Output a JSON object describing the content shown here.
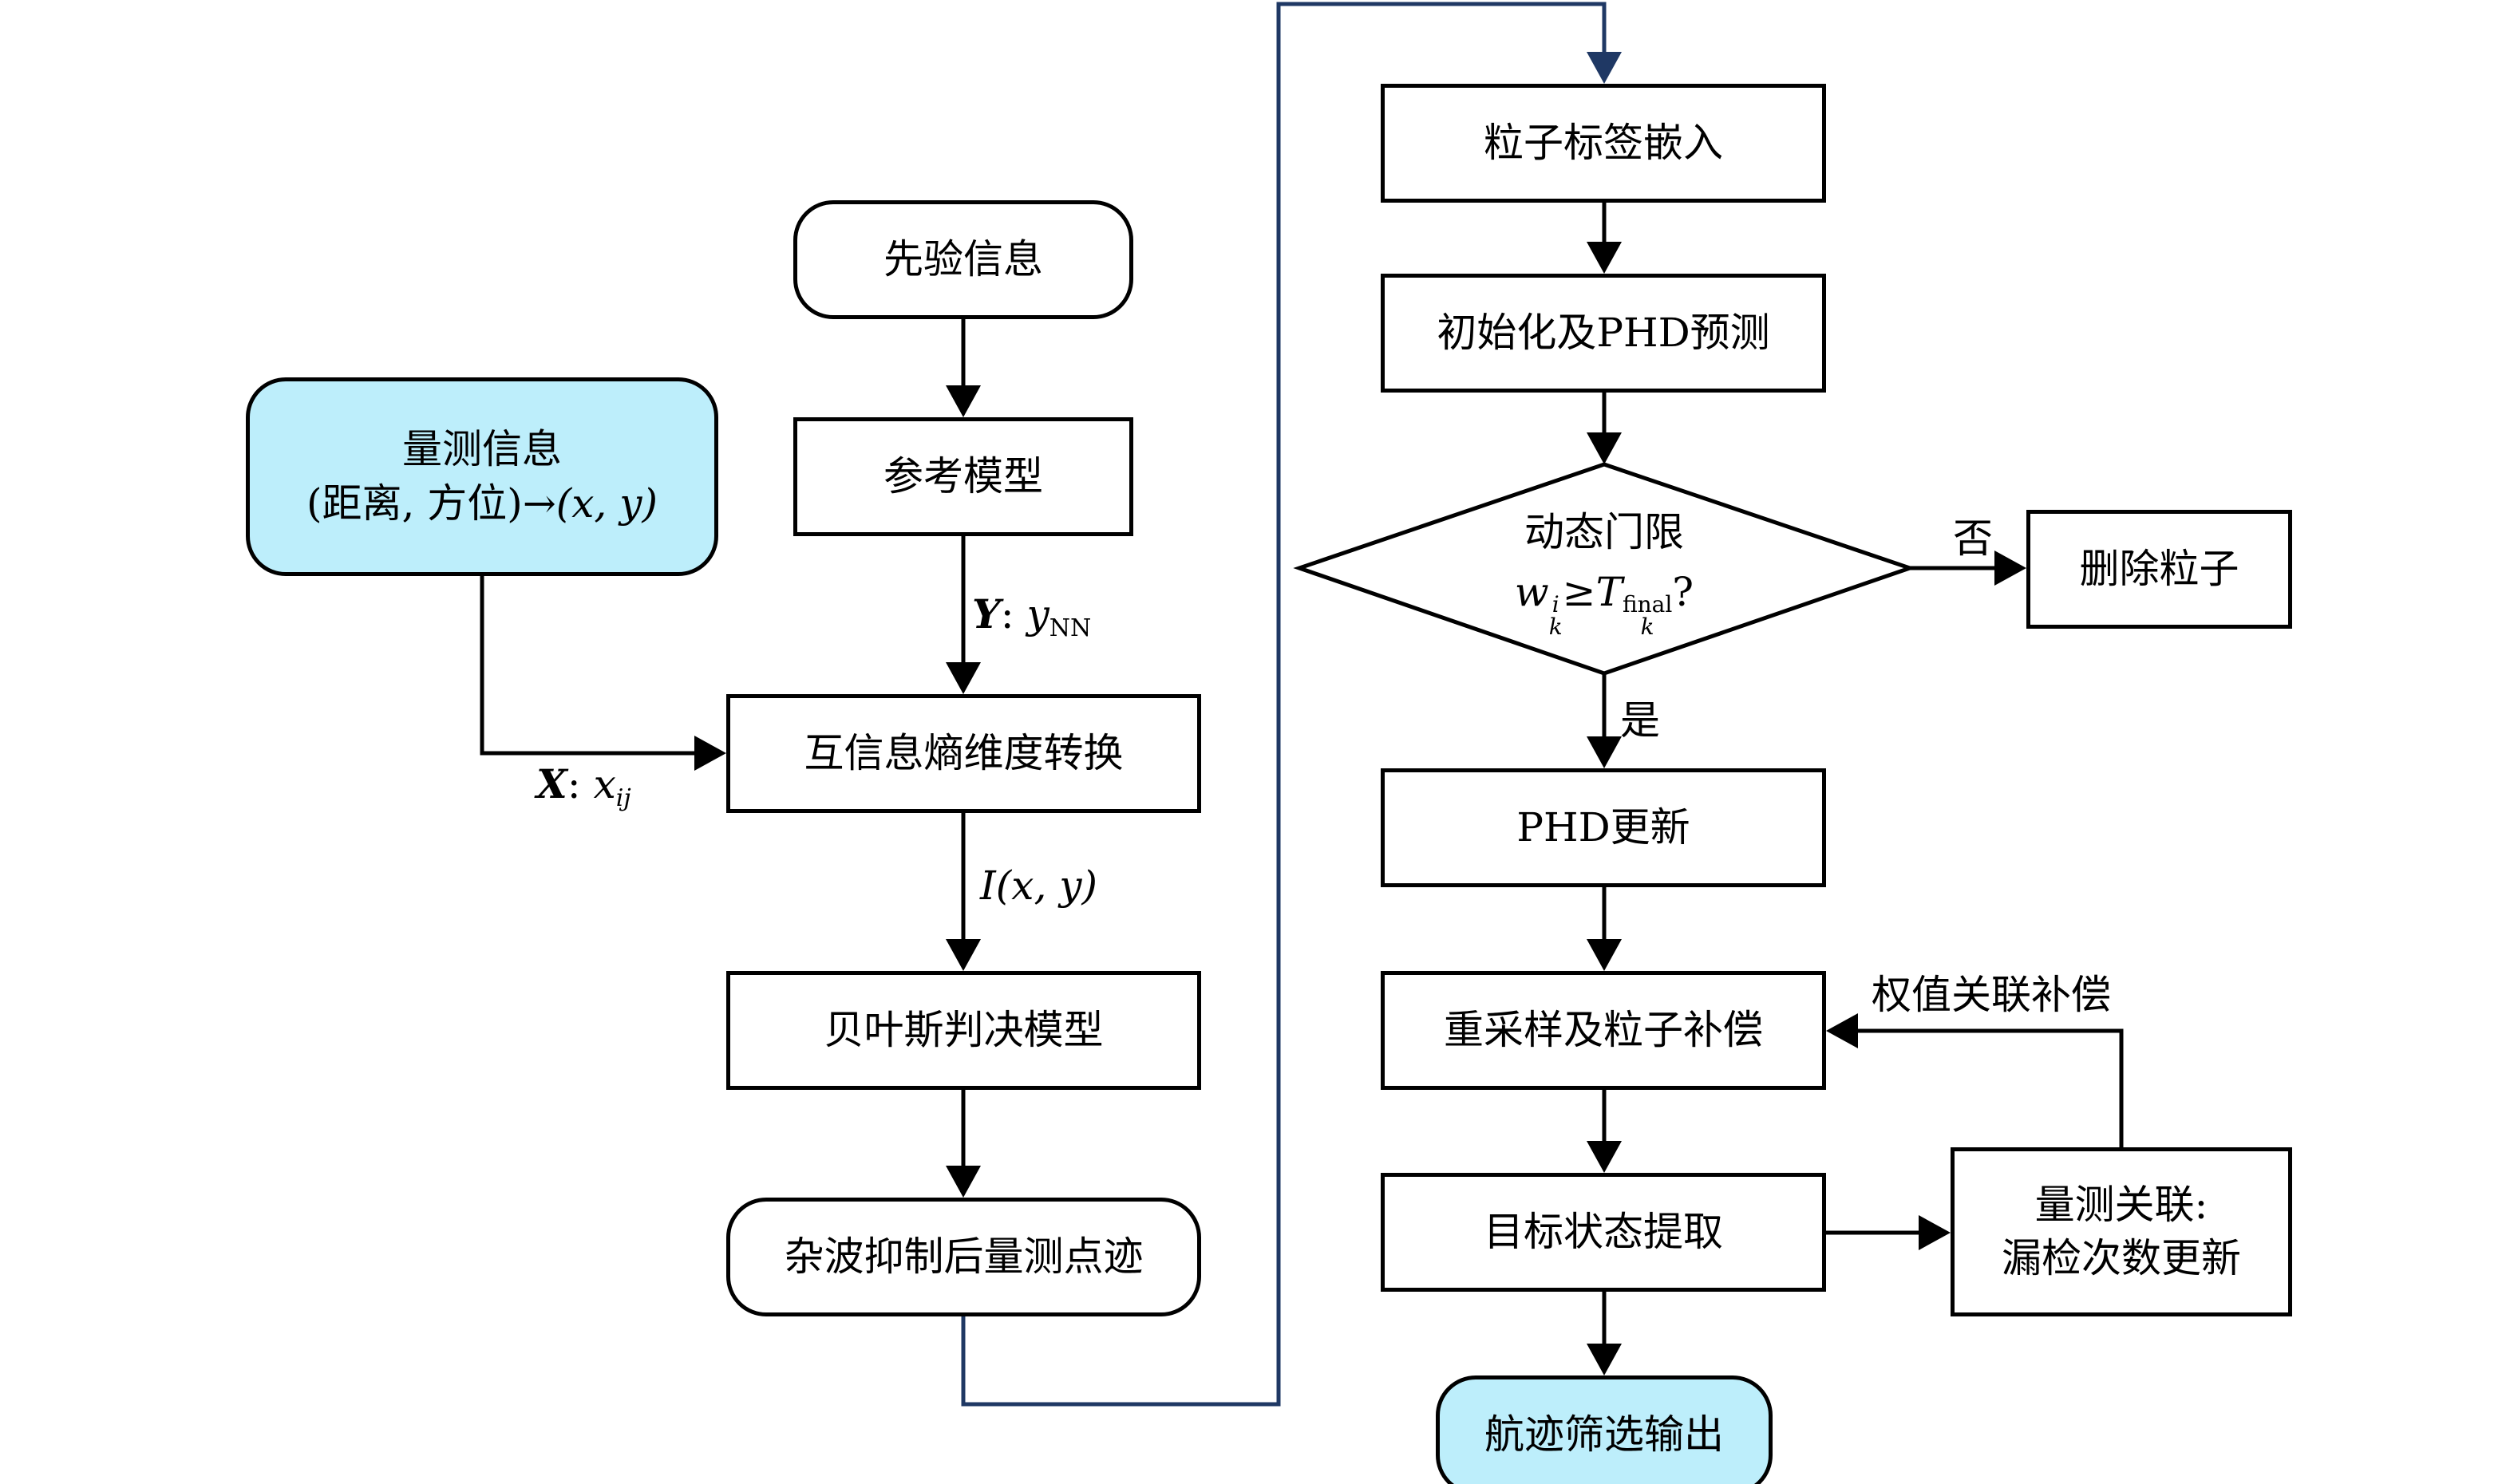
{
  "colors": {
    "stroke": "#000000",
    "cross_link": "#1f3864",
    "terminal_fill": "#bdeefb",
    "box_fill": "#ffffff"
  },
  "nodes": {
    "measurement_info": {
      "line1": "量测信息",
      "line2_text": "(距离, 方位)→",
      "line2_math": "(x, y)"
    },
    "prior_info": {
      "label": "先验信息"
    },
    "reference_model": {
      "label": "参考模型"
    },
    "mutual_info_conversion": {
      "label": "互信息熵维度转换"
    },
    "bayes_decision": {
      "label": "贝叶斯判决模型"
    },
    "clutter_suppressed_points": {
      "label": "杂波抑制后量测点迹"
    },
    "particle_label_embedding": {
      "label": "粒子标签嵌入"
    },
    "init_phd_predict": {
      "label": "初始化及PHD预测"
    },
    "dynamic_threshold": {
      "line1": "动态门限",
      "cond_w": "w",
      "cond_w_sup": "i",
      "cond_w_sub": "k",
      "cond_op": "≥",
      "cond_T": "T",
      "cond_T_sup": "final",
      "cond_T_sub": "k",
      "cond_q": "?"
    },
    "delete_particles": {
      "label": "删除粒子"
    },
    "phd_update": {
      "label": "PHD更新"
    },
    "resample_compensate": {
      "label": "重采样及粒子补偿"
    },
    "target_state_extraction": {
      "label": "目标状态提取"
    },
    "measurement_association": {
      "line1": "量测关联:",
      "line2": "漏检次数更新"
    },
    "track_output": {
      "label": "航迹筛选输出"
    }
  },
  "edge_labels": {
    "y_label": {
      "bold": "Y",
      "sep": ":",
      "var": "y",
      "sub": "NN"
    },
    "x_label": {
      "bold": "X",
      "sep": ":",
      "var": "x",
      "sub": "ij"
    },
    "i_label": {
      "text": "I(x, y)"
    },
    "no_label": "否",
    "yes_label": "是",
    "weight_comp_label": "权值关联补偿"
  }
}
